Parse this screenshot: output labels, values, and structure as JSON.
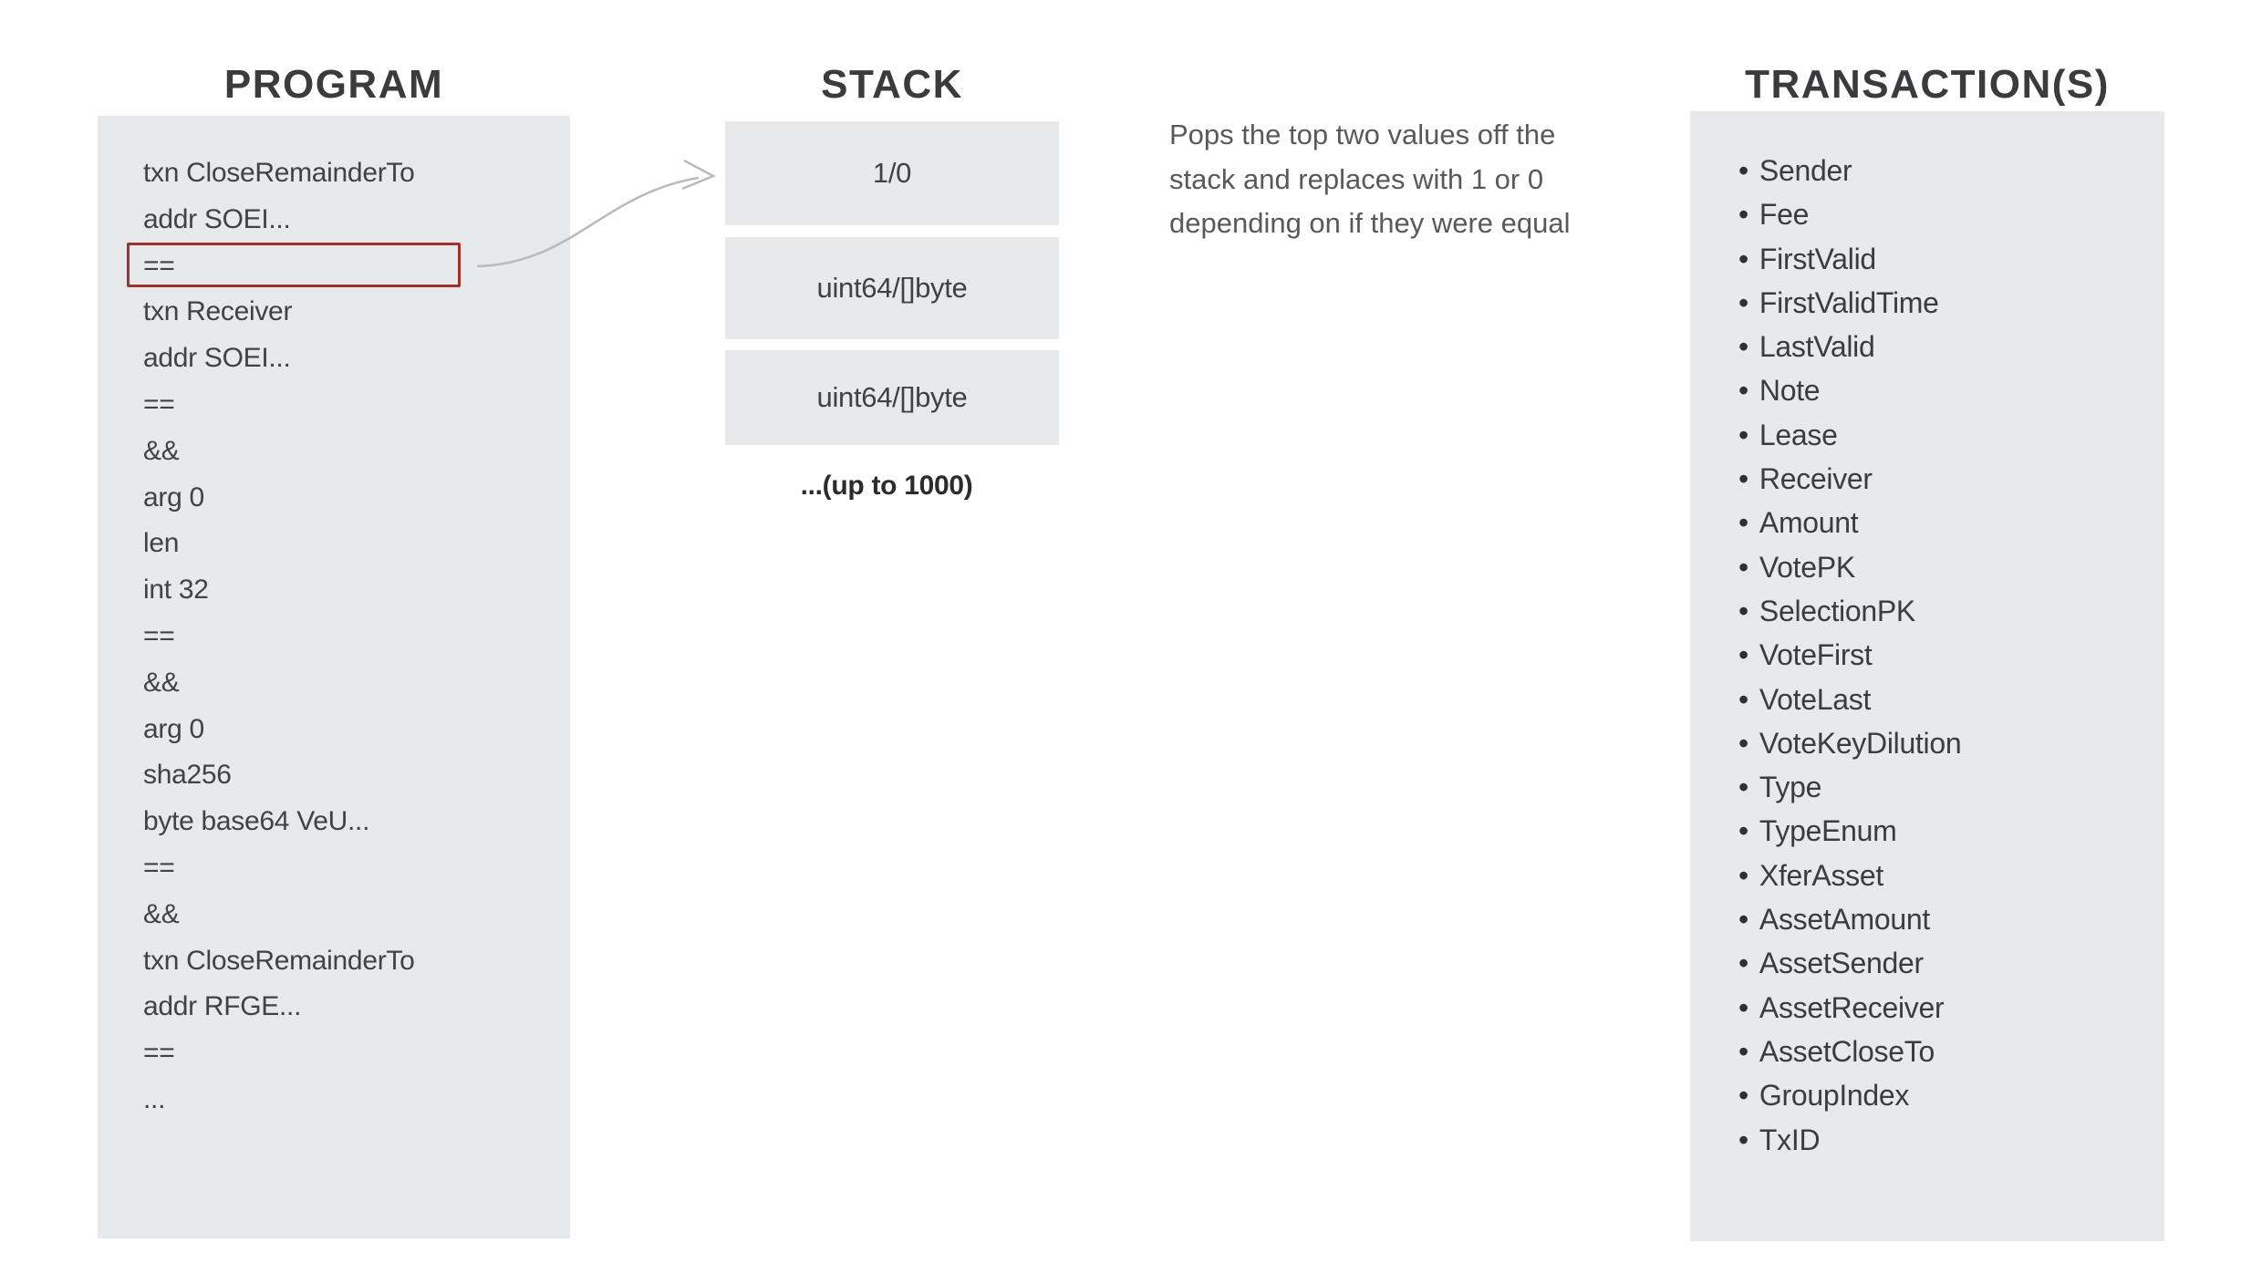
{
  "titles": {
    "program": "PROGRAM",
    "stack": "STACK",
    "transactions": "TRANSACTION(S)"
  },
  "program": {
    "lines": [
      "txn CloseRemainderTo",
      "addr SOEI...",
      "==",
      "txn Receiver",
      "addr SOEI...",
      "==",
      "&&",
      "arg 0",
      "len",
      "int 32",
      "==",
      "&&",
      "arg 0",
      "sha256",
      "byte base64 VeU...",
      "==",
      "&&",
      "txn CloseRemainderTo",
      "addr RFGE...",
      "==",
      "..."
    ],
    "highlighted_line_index": 2,
    "highlighted_line_text": "=="
  },
  "stack": {
    "boxes": [
      "1/0",
      "uint64/[]byte",
      "uint64/[]byte"
    ],
    "overflow_note": "...(up to 1000)"
  },
  "description": {
    "lines": [
      "Pops the top two values off the",
      "stack and replaces with 1 or 0",
      "depending on if they were equal"
    ]
  },
  "transactions": {
    "bullet": "•",
    "fields": [
      "Sender",
      "Fee",
      "FirstValid",
      "FirstValidTime",
      "LastValid",
      "Note",
      "Lease",
      "Receiver",
      "Amount",
      "VotePK",
      "SelectionPK",
      "VoteFirst",
      "VoteLast",
      "VoteKeyDilution",
      "Type",
      "TypeEnum",
      "XferAsset",
      "AssetAmount",
      "AssetSender",
      "AssetReceiver",
      "AssetCloseTo",
      "GroupIndex",
      "TxID"
    ]
  },
  "colors": {
    "background": "#ffffff",
    "panel_fill": "#e8e9eb",
    "title_text": "#3a3b3d",
    "code_text": "#404244",
    "list_text": "#3b3c3e",
    "description_text": "#58595a",
    "overflow_note_text": "#2b2c2e",
    "highlight_border": "#9e3133",
    "arrow_stroke": "#b9babc"
  }
}
